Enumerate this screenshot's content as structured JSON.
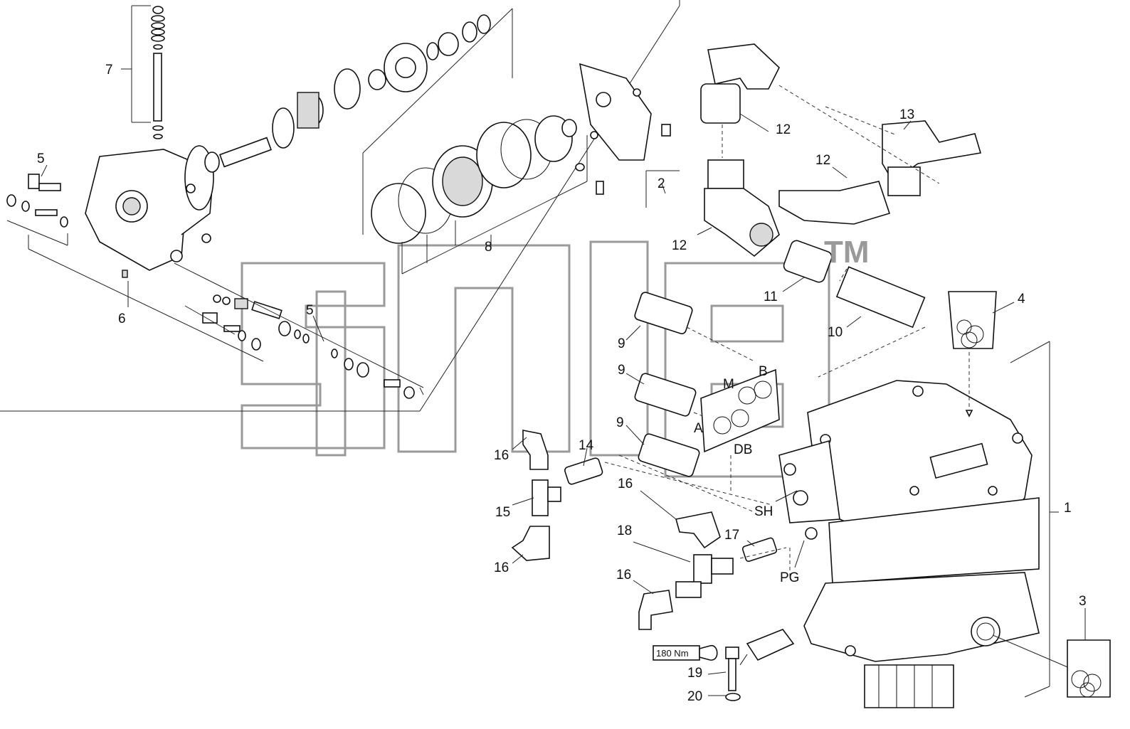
{
  "watermark": {
    "trademark": "TM"
  },
  "torque": {
    "label": "180 Nm"
  },
  "callouts": [
    {
      "id": "c1",
      "text": "1"
    },
    {
      "id": "c2",
      "text": "2"
    },
    {
      "id": "c3",
      "text": "3"
    },
    {
      "id": "c4",
      "text": "4"
    },
    {
      "id": "c5a",
      "text": "5"
    },
    {
      "id": "c5b",
      "text": "5"
    },
    {
      "id": "c6",
      "text": "6"
    },
    {
      "id": "c7",
      "text": "7"
    },
    {
      "id": "c8",
      "text": "8"
    },
    {
      "id": "c9a",
      "text": "9"
    },
    {
      "id": "c9b",
      "text": "9"
    },
    {
      "id": "c9c",
      "text": "9"
    },
    {
      "id": "c10",
      "text": "10"
    },
    {
      "id": "c11",
      "text": "11"
    },
    {
      "id": "c12a",
      "text": "12"
    },
    {
      "id": "c12b",
      "text": "12"
    },
    {
      "id": "c12c",
      "text": "12"
    },
    {
      "id": "c13",
      "text": "13"
    },
    {
      "id": "c14",
      "text": "14"
    },
    {
      "id": "c15",
      "text": "15"
    },
    {
      "id": "c16a",
      "text": "16"
    },
    {
      "id": "c16b",
      "text": "16"
    },
    {
      "id": "c16c",
      "text": "16"
    },
    {
      "id": "c16d",
      "text": "16"
    },
    {
      "id": "c17",
      "text": "17"
    },
    {
      "id": "c18",
      "text": "18"
    },
    {
      "id": "c19",
      "text": "19"
    },
    {
      "id": "c20",
      "text": "20"
    }
  ],
  "ports": {
    "m": "M",
    "b": "B",
    "a": "A",
    "db": "DB",
    "sh": "SH",
    "pg": "PG"
  }
}
